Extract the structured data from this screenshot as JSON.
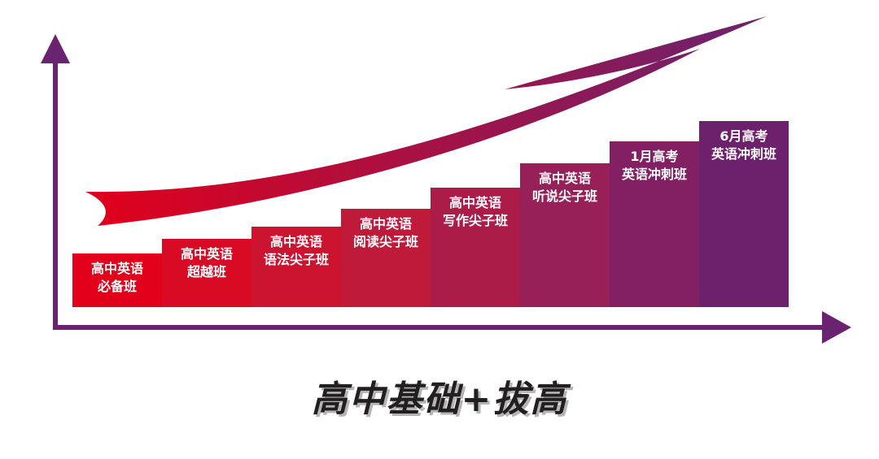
{
  "steps": [
    {
      "line1": "高中英语",
      "line2": "必备班",
      "color": "#e2001a"
    },
    {
      "line1": "高中英语",
      "line2": "超越班",
      "color": "#d80a24"
    },
    {
      "line1": "高中英语",
      "line2": "语法尖子班",
      "color": "#cc132f"
    },
    {
      "line1": "高中英语",
      "line2": "阅读尖子班",
      "color": "#bf1a3a"
    },
    {
      "line1": "高中英语",
      "line2": "写作尖子班",
      "color": "#ab1d48"
    },
    {
      "line1": "高中英语",
      "line2": "听说尖子班",
      "color": "#962057"
    },
    {
      "line1": "1月高考",
      "line2": "英语冲刺班",
      "color": "#832063"
    },
    {
      "line1": "6月高考",
      "line2": "英语冲刺班",
      "color": "#6d206c"
    }
  ],
  "title": "高中基础+拔高",
  "colors": {
    "axis": "#6a2370",
    "start": "#e2001a",
    "end": "#6a2370"
  }
}
